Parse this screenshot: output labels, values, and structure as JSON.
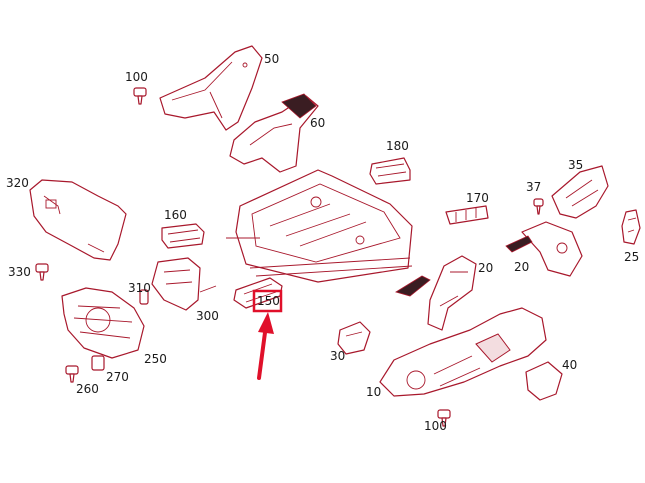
{
  "labels": {
    "l50": "50",
    "l100a": "100",
    "l60": "60",
    "l180": "180",
    "l35": "35",
    "l37": "37",
    "l320": "320",
    "l170": "170",
    "l160": "160",
    "l20a": "20",
    "l20b": "20",
    "l25": "25",
    "l330": "330",
    "l310": "310",
    "l300": "300",
    "l150": "150",
    "l250": "250",
    "l30": "30",
    "l40": "40",
    "l260": "260",
    "l270": "270",
    "l10": "10",
    "l100b": "100"
  },
  "colors": {
    "line": "#a8182c",
    "highlight": "#e0102a",
    "text": "#1a1a1a"
  },
  "highlighted_part": "150"
}
